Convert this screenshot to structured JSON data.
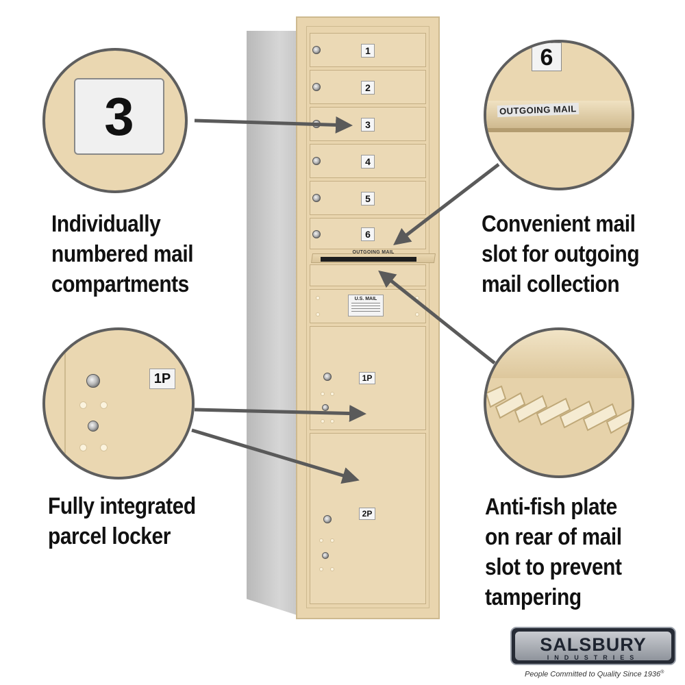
{
  "mailbox": {
    "compartments": [
      "1",
      "2",
      "3",
      "4",
      "5",
      "6"
    ],
    "outgoing_label": "OUTGOING MAIL",
    "usmail_label": "U.S. MAIL",
    "parcels": [
      "1P",
      "2P"
    ]
  },
  "callouts": {
    "numbered": {
      "detail_number": "3",
      "caption_lines": [
        "Individually",
        "numbered mail",
        "compartments"
      ]
    },
    "outgoing": {
      "detail_number": "6",
      "detail_label": "OUTGOING MAIL",
      "caption_lines": [
        "Convenient mail",
        "slot for outgoing",
        "mail collection"
      ]
    },
    "parcel": {
      "detail_label": "1P",
      "caption_lines": [
        "Fully integrated",
        "parcel locker"
      ]
    },
    "antifish": {
      "caption_lines": [
        "Anti-fish plate",
        "on rear of mail",
        "slot to prevent",
        "tampering"
      ]
    }
  },
  "brand": {
    "name": "SALSBURY",
    "sub": "INDUSTRIES",
    "tagline": "People Committed to Quality Since 1936",
    "trademark": "®"
  },
  "colors": {
    "sandstone": "#e9d5ae",
    "arrow": "#5a5a5a",
    "frame_gray": "#c9c9c9"
  }
}
